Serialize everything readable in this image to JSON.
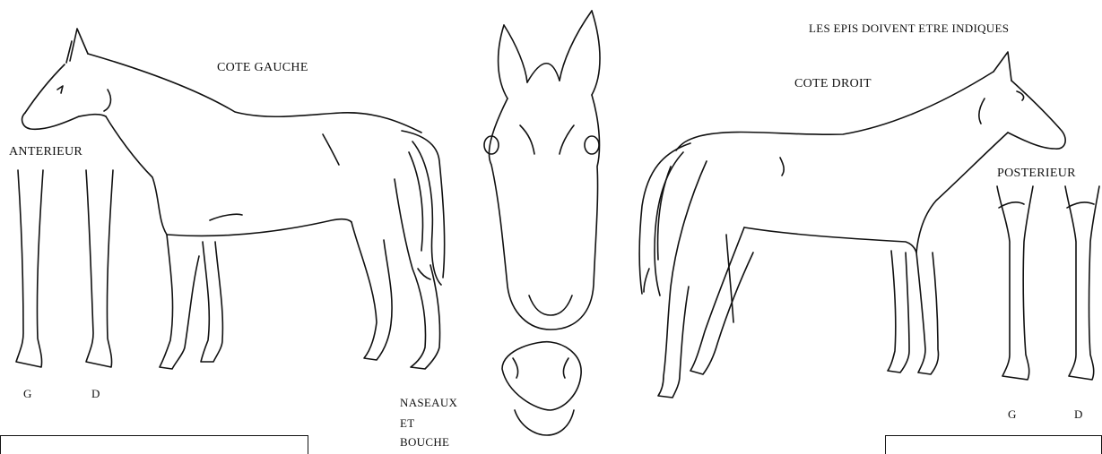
{
  "labels": {
    "cote_gauche": "COTE GAUCHE",
    "cote_droit": "COTE DROIT",
    "anterieur": "ANTERIEUR",
    "posterieur": "POSTERIEUR",
    "epis": "LES EPIS DOIVENT ETRE INDIQUES",
    "naseaux": "NASEAUX",
    "et": "ET",
    "bouche": "BOUCHE",
    "front_g": "G",
    "front_d": "D",
    "hind_g": "G",
    "hind_d": "D"
  }
}
